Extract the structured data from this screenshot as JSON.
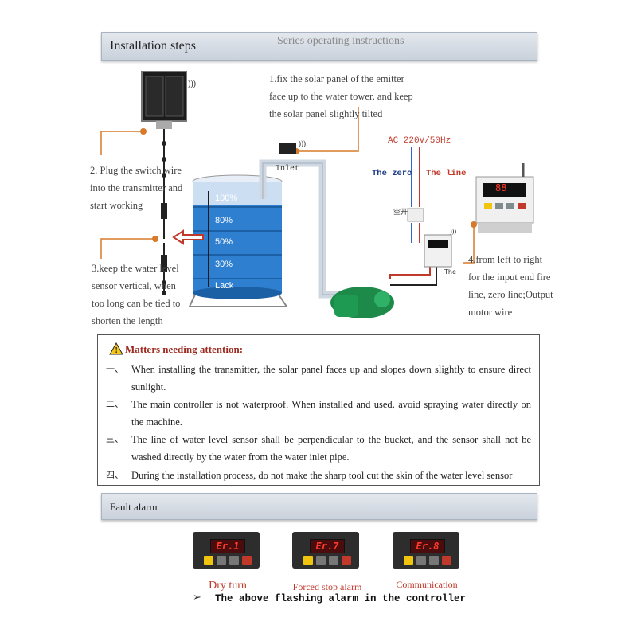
{
  "header": {
    "title": "Installation steps",
    "ghost_title": "Series operating instructions"
  },
  "steps": {
    "step1": [
      "1.fix the solar panel of the emitter",
      "face up to the water tower, and keep",
      "the solar panel slightly tilted"
    ],
    "step2": [
      "2. Plug the switch wire",
      "into the transmitter and",
      "start working"
    ],
    "step3": [
      "3.keep the water level",
      "sensor vertical, when",
      "too long can be tied to",
      "shorten the length"
    ],
    "step4": [
      "4.from left to right",
      "for the input end fire",
      "line, zero line;Output",
      "motor wire"
    ]
  },
  "diagram": {
    "inlet_label": "Inlet",
    "levels": [
      "100%",
      "80%",
      "50%",
      "30%",
      "Lack"
    ],
    "ac_label": "AC 220V/50Hz",
    "zero_label": "The zero",
    "line_label": "The line",
    "breaker_label": "空开",
    "controller_small_label": "The",
    "controller_display": "88",
    "colors": {
      "tank": "#2f7fd0",
      "water": "#4da8ec",
      "pump": "#1d8a4a",
      "wire_red": "#c0392b",
      "wire_orange": "#d87a2a",
      "arrow": "#c0392b"
    }
  },
  "notice": {
    "heading": "Matters needing attention:",
    "items": [
      {
        "num": "一、",
        "text": "When installing the transmitter, the solar panel faces up and slopes down slightly to ensure direct sunlight."
      },
      {
        "num": "二、",
        "text": "The main controller is not waterproof. When installed and used, avoid spraying water directly on the machine."
      },
      {
        "num": "三、",
        "text": "The line of water level sensor shall be perpendicular to the bucket, and the sensor shall not be washed directly by the water from the water inlet pipe."
      },
      {
        "num": "四、",
        "text": "During the installation process, do not make the sharp tool cut the skin of the water level sensor"
      }
    ]
  },
  "fault": {
    "title": "Fault alarm",
    "alarms": [
      {
        "code": "Er.1",
        "label": "Dry turn"
      },
      {
        "code": "Er.7",
        "label": "Forced stop alarm"
      },
      {
        "code": "Er.8",
        "label": "Communication"
      }
    ],
    "footer_bullet": "➢",
    "footer_text": "The above flashing alarm in the controller"
  }
}
